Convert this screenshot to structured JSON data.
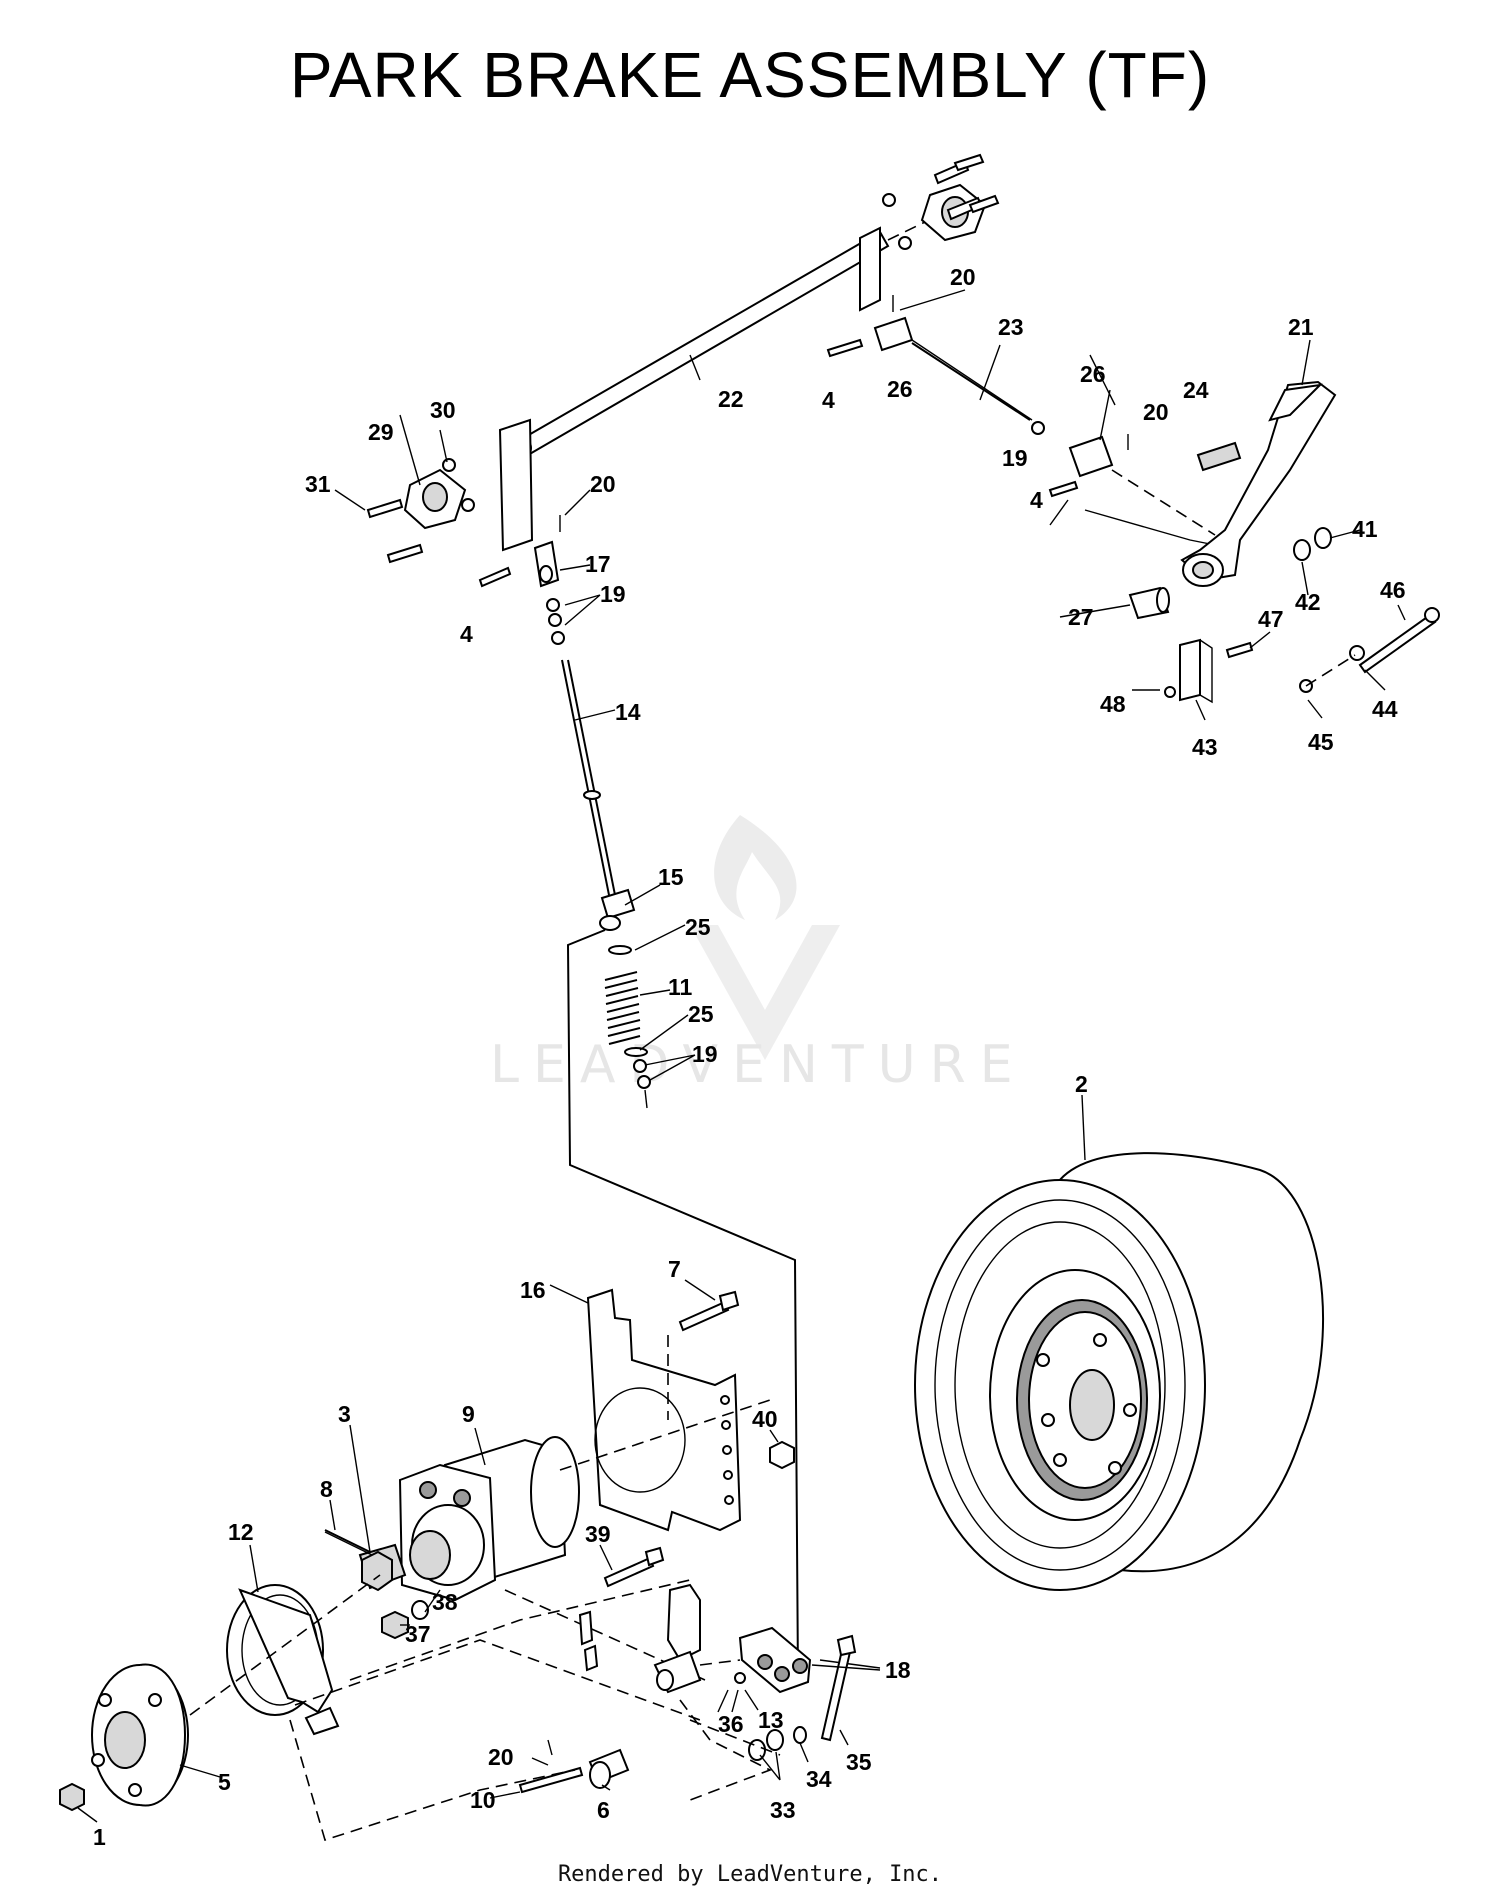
{
  "title": "PARK BRAKE ASSEMBLY (TF)",
  "footer": "Rendered by LeadVenture, Inc.",
  "watermark": "LEADVENTURE",
  "colors": {
    "ink": "#000000",
    "watermark": "#e6e6e6",
    "part_fill": "#d8d8d8"
  },
  "callouts": [
    "1",
    "2",
    "3",
    "4",
    "4",
    "4",
    "5",
    "6",
    "7",
    "8",
    "9",
    "10",
    "11",
    "12",
    "13",
    "14",
    "15",
    "16",
    "17",
    "18",
    "19",
    "19",
    "19",
    "20",
    "20",
    "20",
    "20",
    "21",
    "22",
    "23",
    "24",
    "25",
    "25",
    "26",
    "26",
    "27",
    "29",
    "30",
    "31",
    "33",
    "34",
    "35",
    "36",
    "37",
    "38",
    "39",
    "40",
    "41",
    "42",
    "43",
    "44",
    "45",
    "46",
    "47",
    "48"
  ]
}
